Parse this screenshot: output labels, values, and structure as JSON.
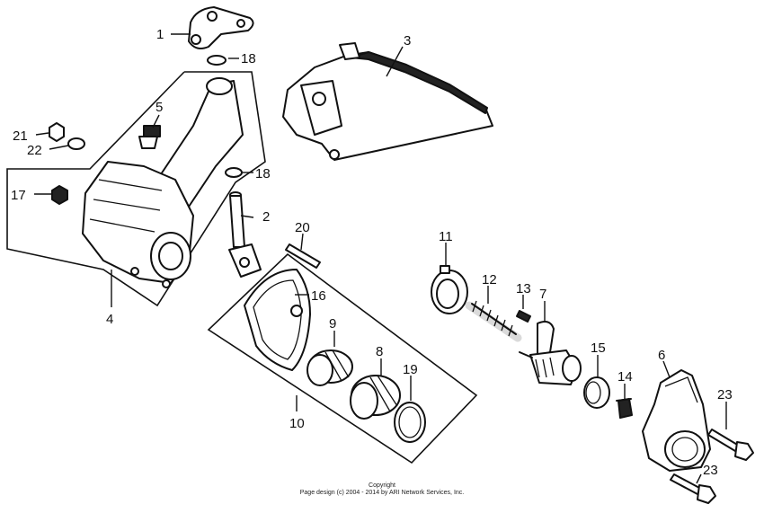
{
  "callouts": {
    "c1": "1",
    "c2": "2",
    "c3": "3",
    "c4": "4",
    "c5": "5",
    "c6": "6",
    "c7": "7",
    "c8": "8",
    "c9": "9",
    "c10": "10",
    "c11": "11",
    "c12": "12",
    "c13": "13",
    "c14": "14",
    "c15": "15",
    "c16": "16",
    "c17": "17",
    "c18a": "18",
    "c18b": "18",
    "c19": "19",
    "c20": "20",
    "c21": "21",
    "c22": "22",
    "c23a": "23",
    "c23b": "23"
  },
  "footer": {
    "line1": "Copyright",
    "line2": "Page design (c) 2004 - 2014 by ARI Network Services, Inc."
  }
}
